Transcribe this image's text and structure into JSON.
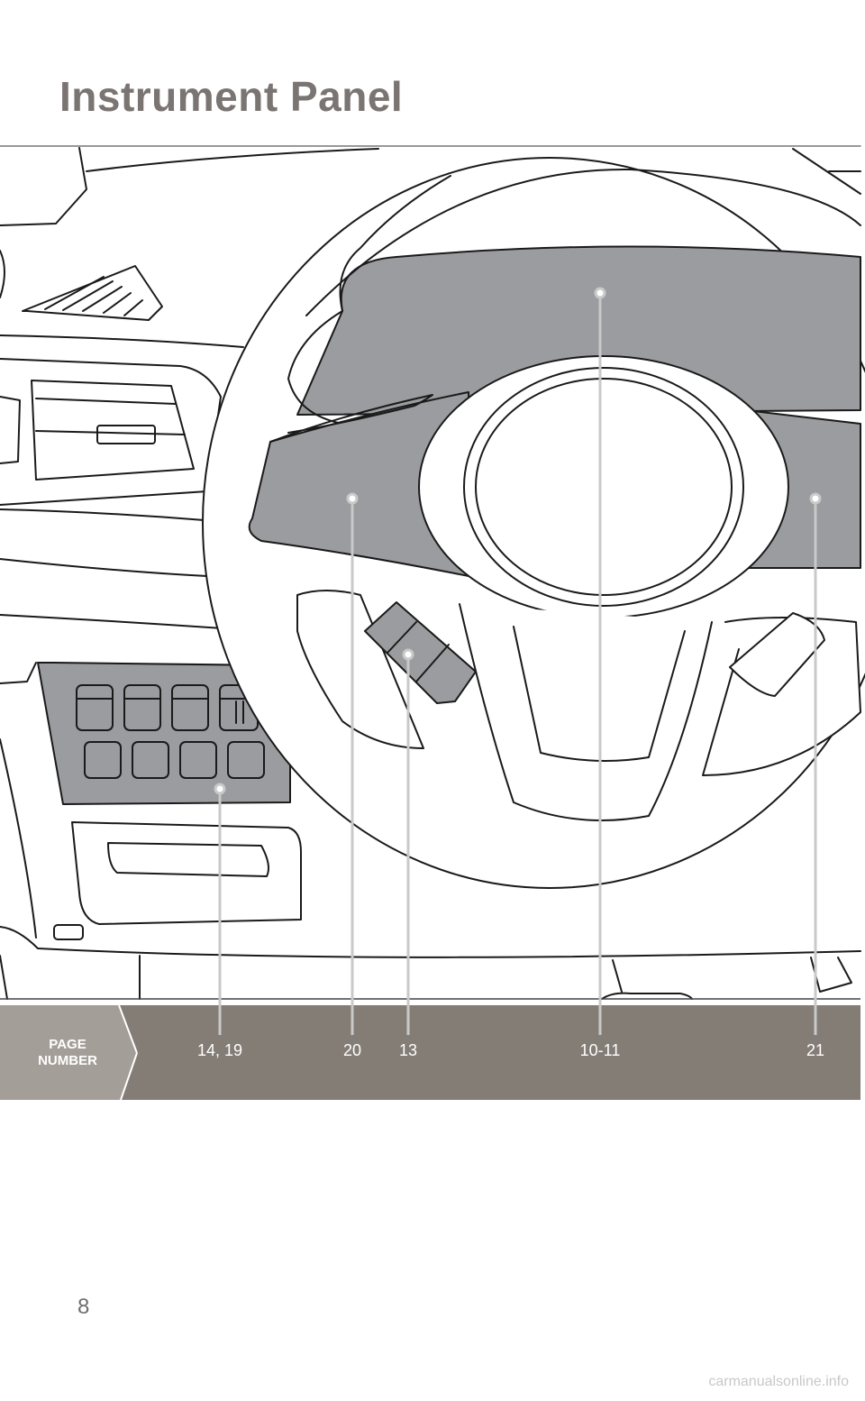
{
  "title": "Instrument Panel",
  "bar": {
    "header_line1": "PAGE",
    "header_line2": "NUMBER",
    "callouts": [
      {
        "id": "lower-switch-panel",
        "label": "14, 19"
      },
      {
        "id": "left-steering-controls",
        "label": "20"
      },
      {
        "id": "column-switch",
        "label": "13"
      },
      {
        "id": "instrument-cluster",
        "label": "10-11"
      },
      {
        "id": "right-steering-controls",
        "label": "21"
      }
    ]
  },
  "page_number": "8",
  "watermark": "carmanualsonline.info",
  "colors": {
    "title": "#7a7472",
    "highlight": "#9b9c9f",
    "bar_dark": "#847d76",
    "bar_light": "#a49e99",
    "leader": "#c9c9c9"
  }
}
